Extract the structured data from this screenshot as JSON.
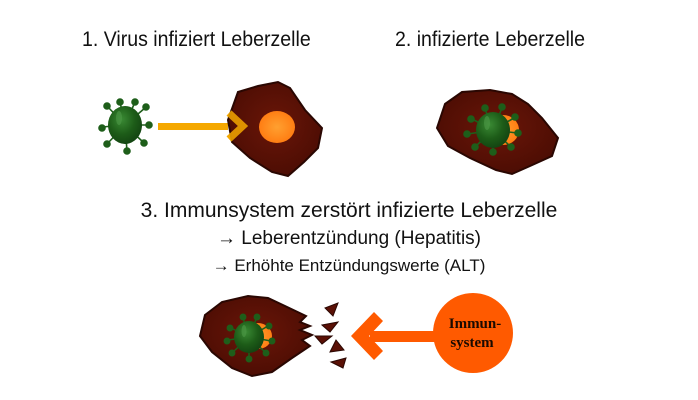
{
  "step1": {
    "label": "1. Virus infiziert Leberzelle"
  },
  "step2": {
    "label": "2. infizierte Leberzelle"
  },
  "step3": {
    "label": "3. Immunsystem zerstört infizierte Leberzelle",
    "consequence_1": "→ Leberentzündung (Hepatitis)",
    "consequence_2": "→ Erhöhte Entzündungswerte (ALT)"
  },
  "immune_system": {
    "line1": "Immun-",
    "line2": "system"
  },
  "colors": {
    "liver_cell": "#5a1005",
    "nucleus": "#ff8c1a",
    "virus": "#1e5e1a",
    "arrow_virus": "#f5a800",
    "immune": "#ff5a00"
  }
}
